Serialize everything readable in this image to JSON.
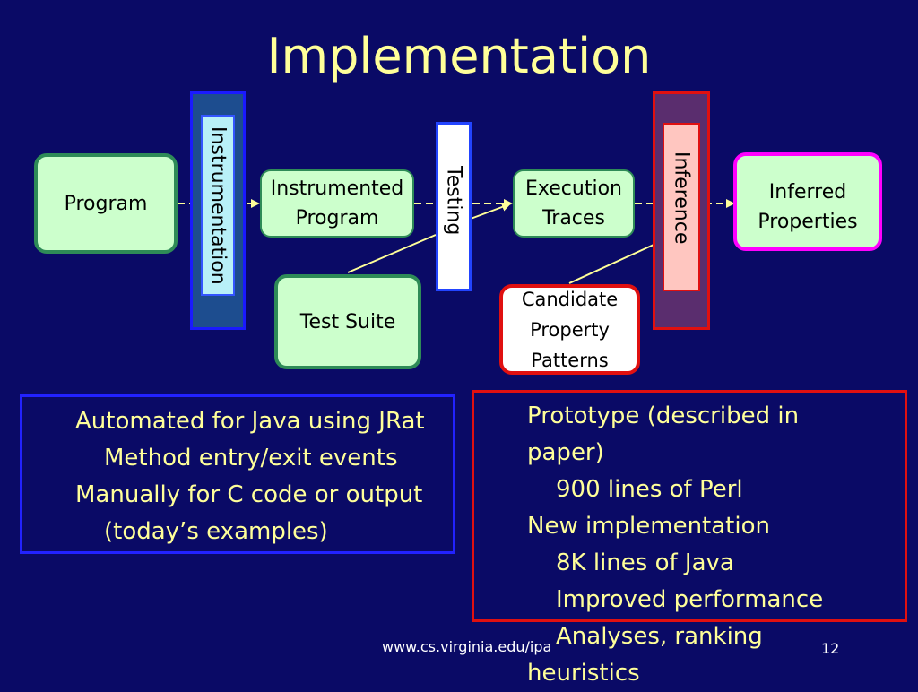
{
  "slide": {
    "title": "Implementation",
    "footer_url": "www.cs.virginia.edu/ipa",
    "page_number": "12"
  },
  "diagram": {
    "program": "Program",
    "instrumentation": "Instrumentation",
    "instrumented_program": [
      "Instrumented",
      "Program"
    ],
    "testing": "Testing",
    "test_suite": "Test Suite",
    "execution_traces": [
      "Execution",
      "Traces"
    ],
    "inference": "Inference",
    "candidate_patterns": [
      "Candidate",
      "Property",
      "Patterns"
    ],
    "inferred_properties": [
      "Inferred",
      "Properties"
    ]
  },
  "left_panel": {
    "items": [
      {
        "text": "Automated for Java using JRat",
        "level": 0
      },
      {
        "text": "Method entry/exit events",
        "level": 1
      },
      {
        "text": "Manually for C code or output",
        "level": 0
      },
      {
        "text": "(today’s examples)",
        "level": 1
      }
    ]
  },
  "right_panel": {
    "items": [
      {
        "text": "Prototype (described in paper)",
        "level": 0
      },
      {
        "text": "900 lines of Perl",
        "level": 1
      },
      {
        "text": "New implementation",
        "level": 0
      },
      {
        "text": "8K lines of Java",
        "level": 1
      },
      {
        "text": "Improved performance",
        "level": 1
      },
      {
        "text": "Analyses, ranking heuristics",
        "level": 1
      }
    ]
  },
  "colors": {
    "background": "#0a0a66",
    "title": "#ffff99",
    "box_fill": "#ccffcc",
    "box_border": "#2e8b57",
    "instrumentation_band": "#1d4d8f",
    "instrumentation_label": "#b8f0f8",
    "testing_border": "#2244ff",
    "inference_band": "#5a2d6e",
    "inference_label": "#ffc6c0",
    "candidate_border": "#e01010",
    "inferred_border": "#ff00ff",
    "left_panel_border": "#2222ff",
    "right_panel_border": "#e01010",
    "arrow": "#ffff99"
  }
}
